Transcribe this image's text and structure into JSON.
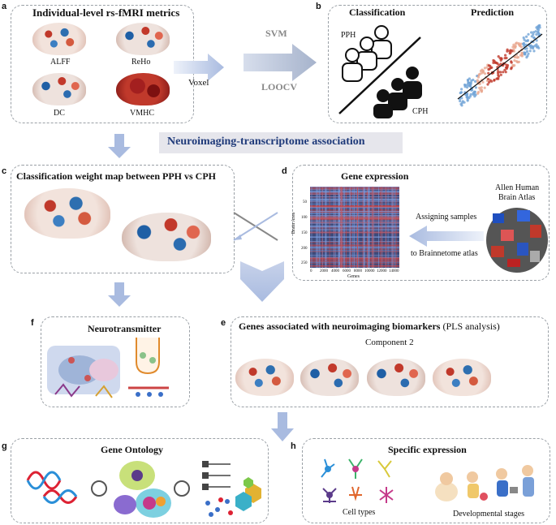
{
  "panels": {
    "a": {
      "letter": "a",
      "title": "Individual-level rs-fMRI metrics",
      "metrics": [
        "ALFF",
        "ReHo",
        "DC",
        "VMHC"
      ],
      "arrow_label": "Voxel"
    },
    "svm": {
      "label1": "SVM",
      "label2": "LOOCV"
    },
    "b": {
      "letter": "b",
      "title_left": "Classification",
      "title_right": "Prediction",
      "group1": "PPH",
      "group2": "CPH"
    },
    "banner": {
      "text": "Neuroimaging-transcriptome association"
    },
    "c": {
      "letter": "c",
      "title": "Classification weight map between PPH vs CPH"
    },
    "d": {
      "letter": "d",
      "title": "Gene expression",
      "ylabel": "Brain Area",
      "xlabel": "Genes",
      "yticks": [
        "50",
        "100",
        "150",
        "200",
        "250"
      ],
      "xticks": [
        "0",
        "2000",
        "4000",
        "6000",
        "8000",
        "10000",
        "12000",
        "14000"
      ],
      "atlas_label_1": "Allen Human",
      "atlas_label_2": "Brain Atlas",
      "arrow_top": "Assigning samples",
      "arrow_bottom": "to Brainnetome atlas"
    },
    "f": {
      "letter": "f",
      "title": "Neurotransmitter"
    },
    "e": {
      "letter": "e",
      "title": "Genes associated with neuroimaging biomarkers",
      "title_suffix": " (PLS analysis)",
      "subtitle": "Component 2"
    },
    "g": {
      "letter": "g",
      "title": "Gene Ontology"
    },
    "h": {
      "letter": "h",
      "title": "Specific expression",
      "left_caption": "Cell types",
      "right_caption": "Developmental stages"
    }
  },
  "colors": {
    "banner_bg": "#e6e6ec",
    "banner_text": "#1f3a7a",
    "arrow": "#a9bbe0",
    "red": "#c0392b",
    "blue": "#2e6fb0"
  }
}
